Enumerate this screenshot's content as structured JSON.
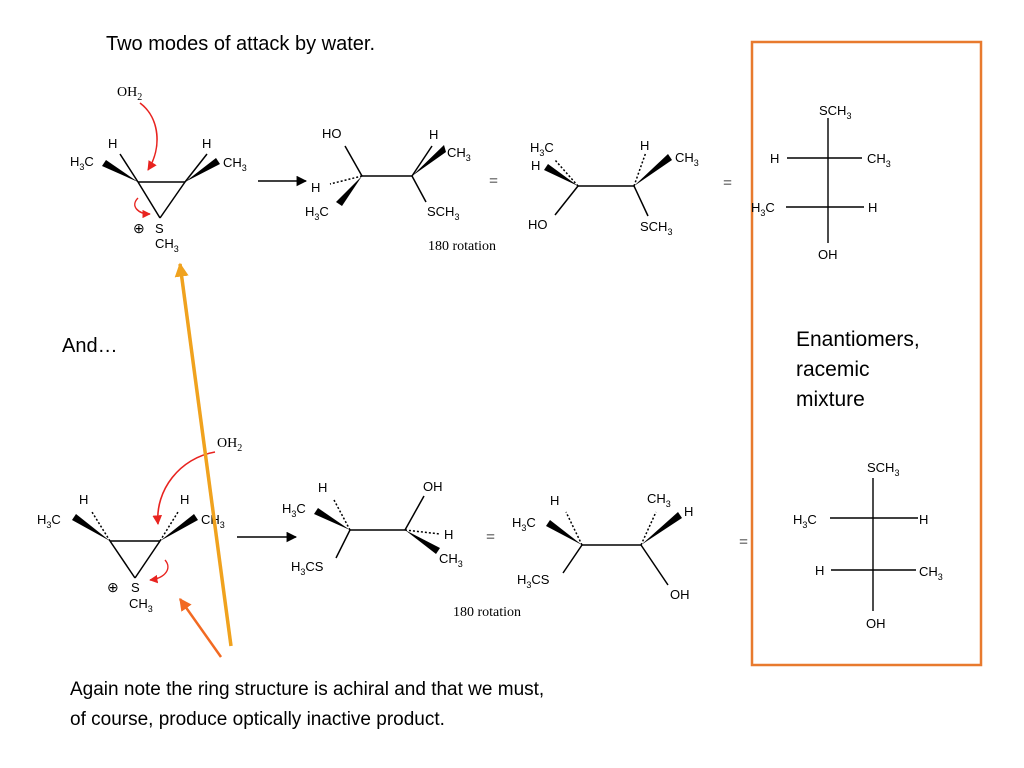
{
  "title": "Two modes of attack by water.",
  "and_label": "And…",
  "box_label": [
    "Enantiomers,",
    "racemic",
    "mixture"
  ],
  "rotation_label": "180 rotation",
  "equals": "=",
  "note": [
    "Again note the ring structure is achiral and that we must,",
    "of course, produce optically inactive product."
  ],
  "colors": {
    "curved_arrow": "#e8231f",
    "box": "#e87a2e",
    "orange_arrow": "#f0a21e",
    "red_orange_arrow": "#f26a22"
  }
}
